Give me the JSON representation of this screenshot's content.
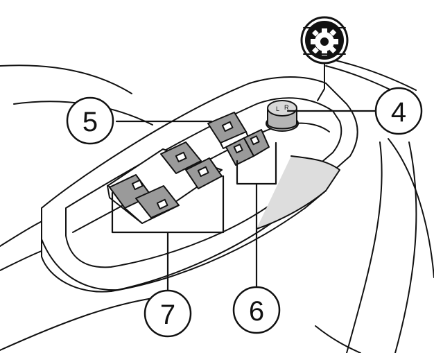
{
  "colors": {
    "line": "#111111",
    "background": "#ffffff",
    "switch": "#9a9a9a",
    "switch_dark": "#6e6e6e",
    "panel_shade": "#d9d9d9",
    "knob": "#b5b5b5"
  },
  "callouts": [
    {
      "id": "callout-4",
      "label": "4",
      "target": "mirror-control-knob"
    },
    {
      "id": "callout-5",
      "label": "5",
      "target": "window-lock-switch"
    },
    {
      "id": "callout-6",
      "label": "6",
      "target": "mirror-select-switches"
    },
    {
      "id": "callout-7",
      "label": "7",
      "target": "power-window-switches"
    }
  ],
  "icons": {
    "gear_badge": "gear-icon"
  }
}
